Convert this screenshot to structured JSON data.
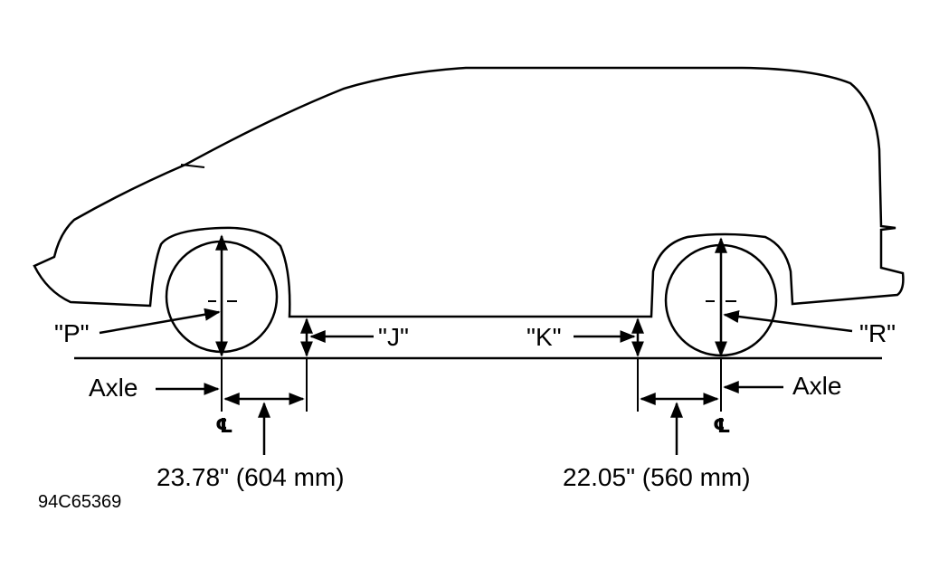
{
  "labels": {
    "p": "\"P\"",
    "j": "\"J\"",
    "k": "\"K\"",
    "r": "\"R\"",
    "axle_front": "Axle",
    "axle_rear": "Axle",
    "centerline_front": "℄",
    "centerline_rear": "℄"
  },
  "dimensions": {
    "front": "23.78\" (604 mm)",
    "rear": "22.05\" (560 mm)"
  },
  "figure_code": "94C65369",
  "colors": {
    "line": "#000000",
    "background": "#ffffff"
  }
}
